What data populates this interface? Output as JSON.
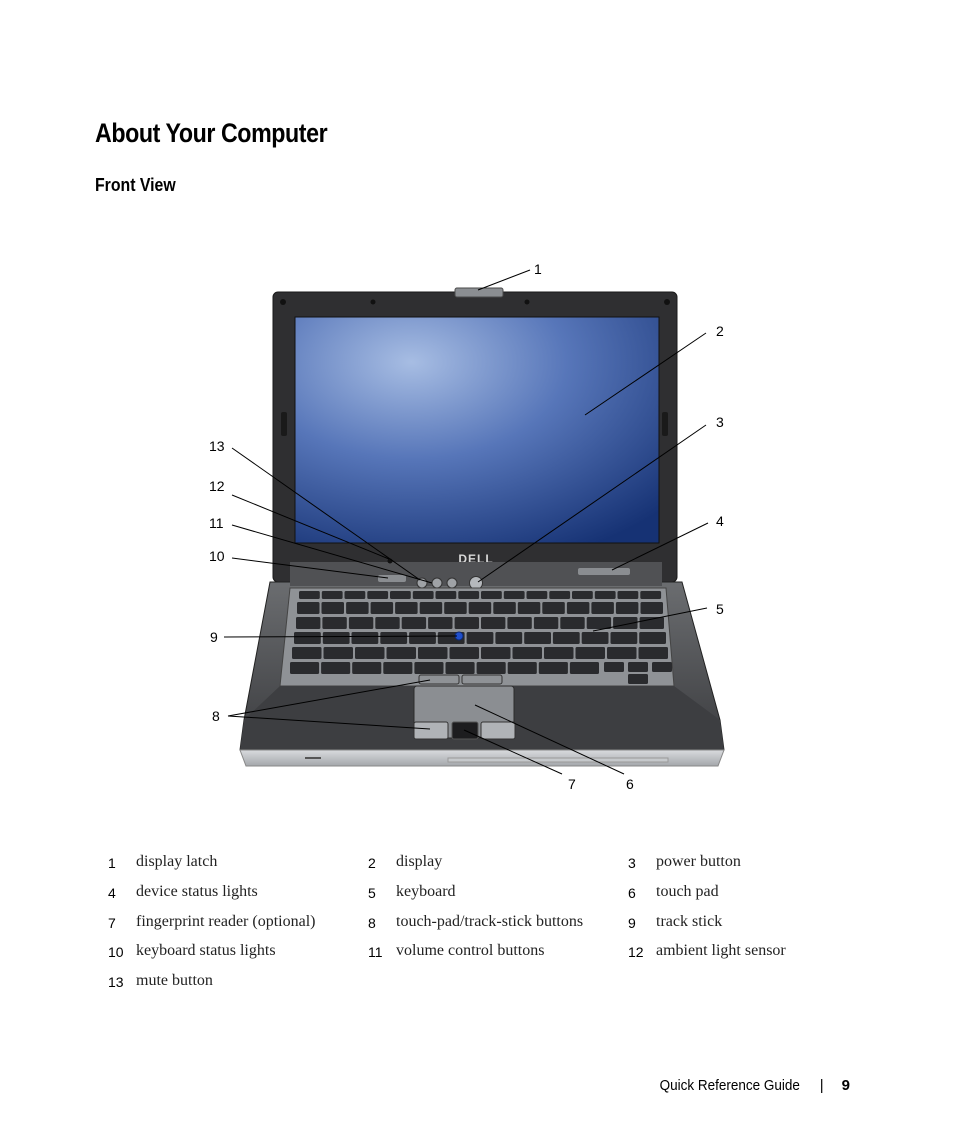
{
  "page": {
    "title": "About Your Computer",
    "subtitle": "Front View"
  },
  "figure": {
    "brand": "DELL",
    "callouts": [
      "1",
      "2",
      "3",
      "4",
      "5",
      "6",
      "7",
      "8",
      "9",
      "10",
      "11",
      "12",
      "13"
    ]
  },
  "legend": {
    "rows": [
      [
        {
          "num": "1",
          "label": "display latch"
        },
        {
          "num": "2",
          "label": "display"
        },
        {
          "num": "3",
          "label": "power button"
        }
      ],
      [
        {
          "num": "4",
          "label": "device status lights"
        },
        {
          "num": "5",
          "label": "keyboard"
        },
        {
          "num": "6",
          "label": "touch pad"
        }
      ],
      [
        {
          "num": "7",
          "label": "fingerprint reader (optional)"
        },
        {
          "num": "8",
          "label": "touch-pad/track-stick buttons"
        },
        {
          "num": "9",
          "label": "track stick"
        }
      ],
      [
        {
          "num": "10",
          "label": "keyboard status lights"
        },
        {
          "num": "11",
          "label": "volume control buttons"
        },
        {
          "num": "12",
          "label": "ambient light sensor"
        }
      ],
      [
        {
          "num": "13",
          "label": "mute button"
        },
        {
          "num": "",
          "label": ""
        },
        {
          "num": "",
          "label": ""
        }
      ]
    ]
  },
  "footer": {
    "guide": "Quick Reference Guide",
    "separator": "|",
    "page_number": "9"
  },
  "colors": {
    "screen_center": "#8fa9d8",
    "screen_edge": "#1d3c86",
    "bezel": "#2b2b2b",
    "chassis": "#5a5a5c",
    "palmrest": "#3a3a3c",
    "silver": "#b9bcc0"
  }
}
